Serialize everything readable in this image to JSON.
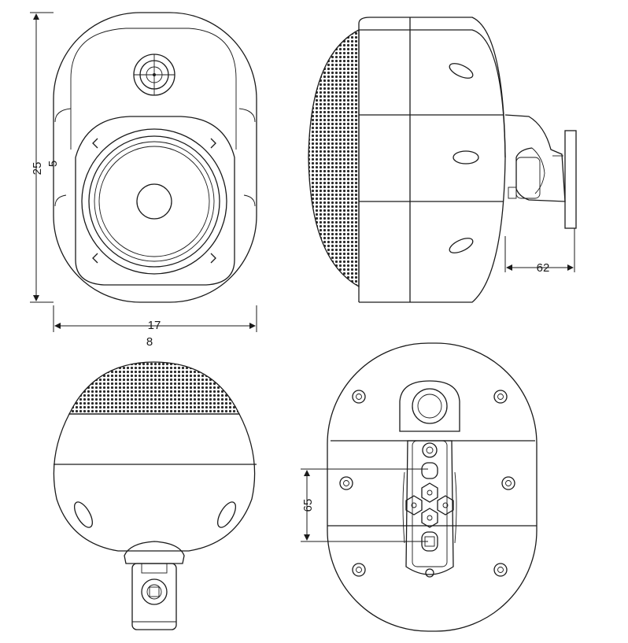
{
  "dimensions": {
    "height_line1": "25",
    "height_line2": "5",
    "width_line1": "17",
    "width_line2": "8",
    "bracket_depth": "62",
    "mount_spacing": "65"
  },
  "units": "mm",
  "views": [
    "front-view",
    "side-view",
    "bottom-view",
    "back-view"
  ]
}
